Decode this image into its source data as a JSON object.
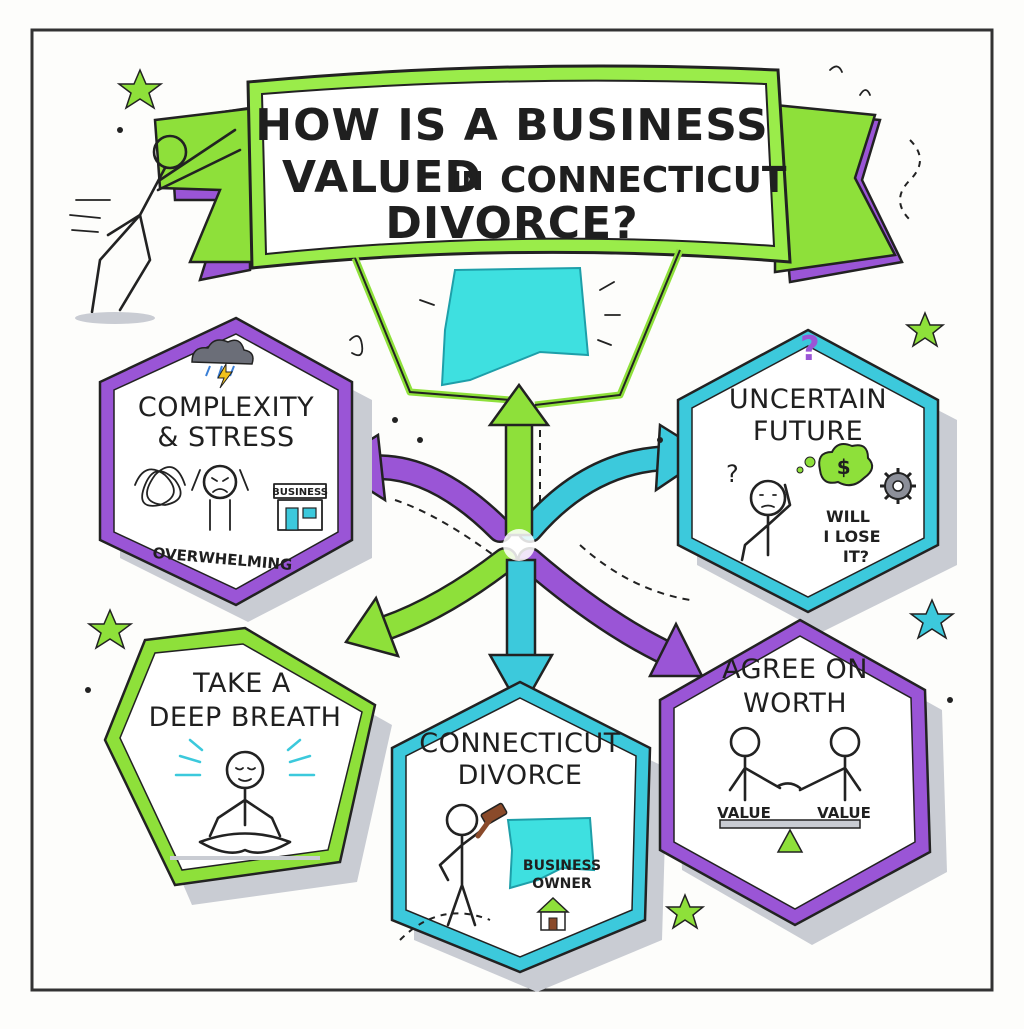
{
  "title": {
    "line1": "HOW IS A BUSINESS",
    "line2_a": "VALUED",
    "line2_b": "IN",
    "line2_c": "CONNECTICUT",
    "line3": "DIVORCE?"
  },
  "nodes": {
    "complexity": {
      "line1": "COMPLEXITY",
      "line2": "& STRESS",
      "caption": "OVERWHELMING",
      "sign": "BUSINESS"
    },
    "uncertain": {
      "line1": "UNCERTAIN",
      "line2": "FUTURE",
      "bubble_symbol": "$",
      "question": "?",
      "note_line1": "WILL",
      "note_line2": "I LOSE",
      "note_line3": "IT?"
    },
    "breath": {
      "line1": "TAKE A",
      "line2": "DEEP BREATH"
    },
    "divorce": {
      "line1": "CONNECTICUT",
      "line2": "DIVORCE",
      "label_line1": "BUSINESS",
      "label_line2": "OWNER"
    },
    "worth": {
      "line1": "AGREE ON",
      "line2": "WORTH",
      "value_left": "VALUE",
      "value_right": "VALUE"
    }
  },
  "decor": {
    "question_mark": "?"
  },
  "colors": {
    "green": "#8ee03a",
    "purple": "#9a55d6",
    "cyan": "#3cc9dc",
    "shadow": "#c9ccd3",
    "ink": "#222222"
  }
}
